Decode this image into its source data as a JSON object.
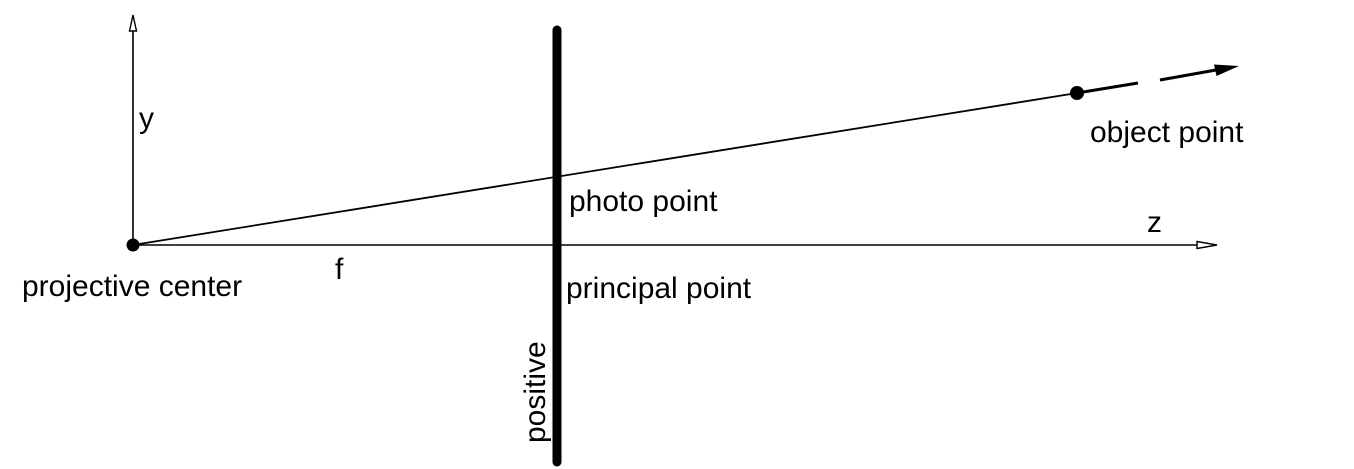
{
  "diagram": {
    "labels": {
      "y_axis": "y",
      "z_axis": "z",
      "focal_length": "f",
      "projective_center": "projective center",
      "photo_point": "photo point",
      "principal_point": "principal point",
      "object_point": "object point",
      "positive": "positive"
    },
    "colors": {
      "ink": "#000000",
      "background": "#ffffff"
    }
  }
}
